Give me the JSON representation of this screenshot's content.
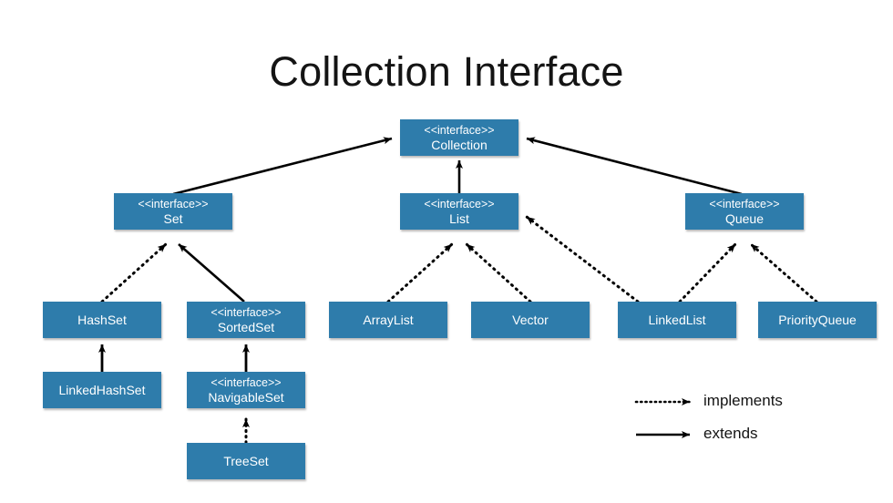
{
  "diagram": {
    "title": "Collection Interface",
    "stereotype": "<<interface>>",
    "nodes": {
      "collection": {
        "stereotype": "<<interface>>",
        "name": "Collection"
      },
      "set": {
        "stereotype": "<<interface>>",
        "name": "Set"
      },
      "list": {
        "stereotype": "<<interface>>",
        "name": "List"
      },
      "queue": {
        "stereotype": "<<interface>>",
        "name": "Queue"
      },
      "hashset": {
        "name": "HashSet"
      },
      "sortedset": {
        "stereotype": "<<interface>>",
        "name": "SortedSet"
      },
      "arraylist": {
        "name": "ArrayList"
      },
      "vector": {
        "name": "Vector"
      },
      "linkedlist": {
        "name": "LinkedList"
      },
      "priorityqueue": {
        "name": "PriorityQueue"
      },
      "linkedhashset": {
        "name": "LinkedHashSet"
      },
      "navigableset": {
        "stereotype": "<<interface>>",
        "name": "NavigableSet"
      },
      "treeset": {
        "name": "TreeSet"
      }
    },
    "edges": [
      {
        "from": "set",
        "to": "collection",
        "kind": "extends"
      },
      {
        "from": "list",
        "to": "collection",
        "kind": "extends"
      },
      {
        "from": "queue",
        "to": "collection",
        "kind": "extends"
      },
      {
        "from": "hashset",
        "to": "set",
        "kind": "implements"
      },
      {
        "from": "sortedset",
        "to": "set",
        "kind": "extends"
      },
      {
        "from": "arraylist",
        "to": "list",
        "kind": "implements"
      },
      {
        "from": "vector",
        "to": "list",
        "kind": "implements"
      },
      {
        "from": "linkedlist",
        "to": "list",
        "kind": "implements"
      },
      {
        "from": "linkedlist",
        "to": "queue",
        "kind": "implements"
      },
      {
        "from": "priorityqueue",
        "to": "queue",
        "kind": "implements"
      },
      {
        "from": "linkedhashset",
        "to": "hashset",
        "kind": "extends"
      },
      {
        "from": "navigableset",
        "to": "sortedset",
        "kind": "extends"
      },
      {
        "from": "treeset",
        "to": "navigableset",
        "kind": "implements"
      }
    ],
    "legend": {
      "implements_label": "implements",
      "extends_label": "extends"
    },
    "colors": {
      "node_fill": "#2e7cab",
      "node_text": "#ffffff",
      "edge": "#000000",
      "title_text": "#141414",
      "background": "#ffffff"
    }
  }
}
